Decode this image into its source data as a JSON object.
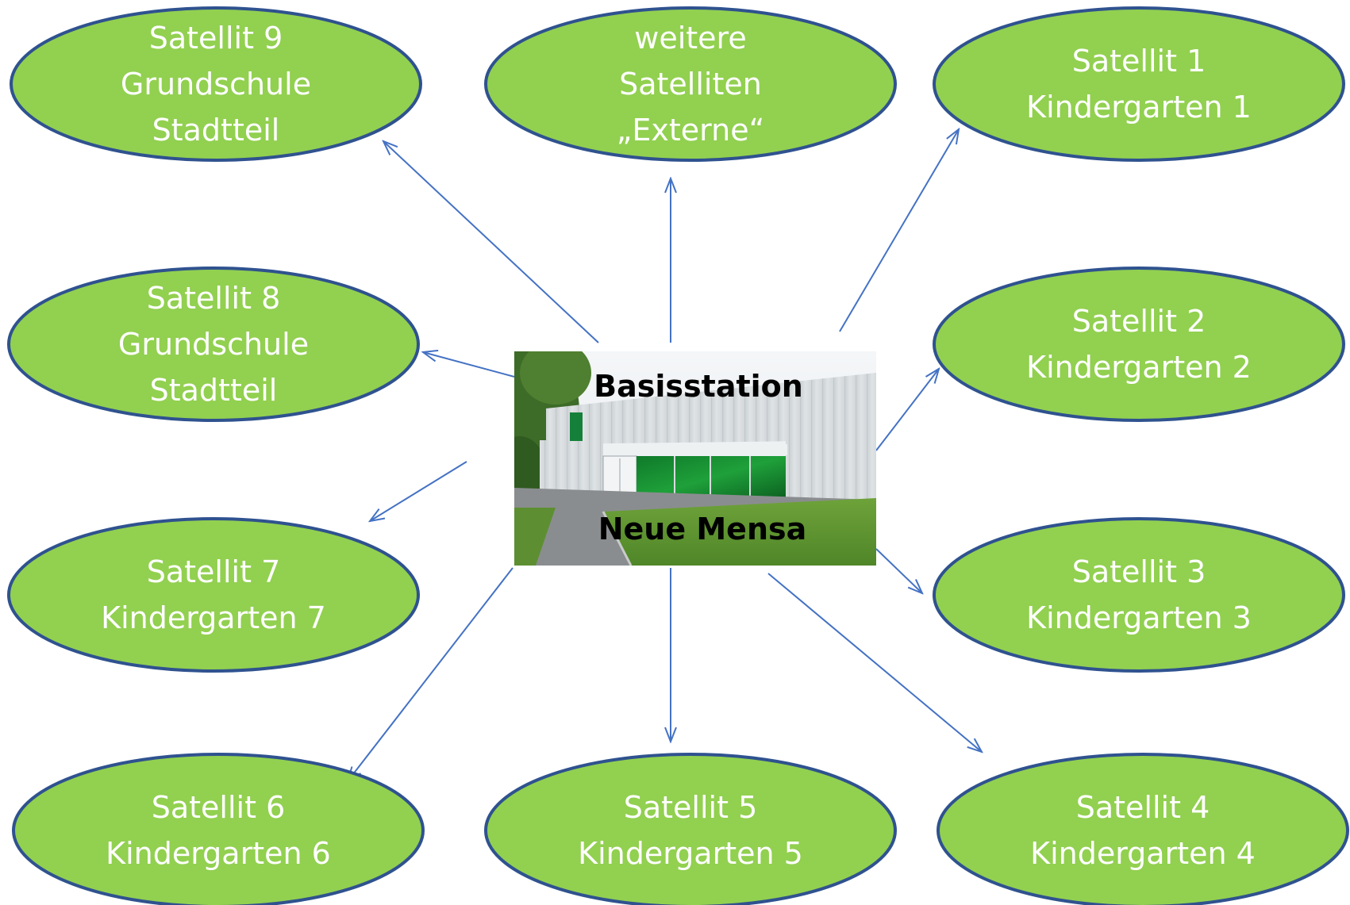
{
  "center": {
    "title": "Basisstation",
    "subtitle": "Neue Mensa"
  },
  "satellites": [
    {
      "id": "satellit-9",
      "lines": [
        "Satellit 9",
        "Grundschule",
        "Stadtteil"
      ]
    },
    {
      "id": "weitere-satelliten",
      "lines": [
        "weitere",
        "Satelliten",
        "„Externe“"
      ]
    },
    {
      "id": "satellit-1",
      "lines": [
        "Satellit 1",
        "Kindergarten 1"
      ]
    },
    {
      "id": "satellit-8",
      "lines": [
        "Satellit 8",
        "Grundschule",
        "Stadtteil"
      ]
    },
    {
      "id": "satellit-2",
      "lines": [
        "Satellit 2",
        "Kindergarten 2"
      ]
    },
    {
      "id": "satellit-7",
      "lines": [
        "Satellit 7",
        "Kindergarten 7"
      ]
    },
    {
      "id": "satellit-3",
      "lines": [
        "Satellit 3",
        "Kindergarten 3"
      ]
    },
    {
      "id": "satellit-6",
      "lines": [
        "Satellit 6",
        "Kindergarten 6"
      ]
    },
    {
      "id": "satellit-5",
      "lines": [
        "Satellit 5",
        "Kindergarten 5"
      ]
    },
    {
      "id": "satellit-4",
      "lines": [
        "Satellit 4",
        "Kindergarten 4"
      ]
    }
  ],
  "connections": [
    {
      "from": "center",
      "to": "satellit-9"
    },
    {
      "from": "center",
      "to": "weitere-satelliten"
    },
    {
      "from": "center",
      "to": "satellit-1"
    },
    {
      "from": "center",
      "to": "satellit-8"
    },
    {
      "from": "center",
      "to": "satellit-2"
    },
    {
      "from": "center",
      "to": "satellit-7"
    },
    {
      "from": "center",
      "to": "satellit-3"
    },
    {
      "from": "center",
      "to": "satellit-6"
    },
    {
      "from": "center",
      "to": "satellit-5"
    },
    {
      "from": "center",
      "to": "satellit-4"
    }
  ],
  "colors": {
    "node_fill": "#92d050",
    "node_stroke": "#2f528f",
    "node_text": "#ffffff",
    "arrow": "#4472c4",
    "center_text": "#000000"
  },
  "icons": {
    "center_image": "building-photo"
  }
}
